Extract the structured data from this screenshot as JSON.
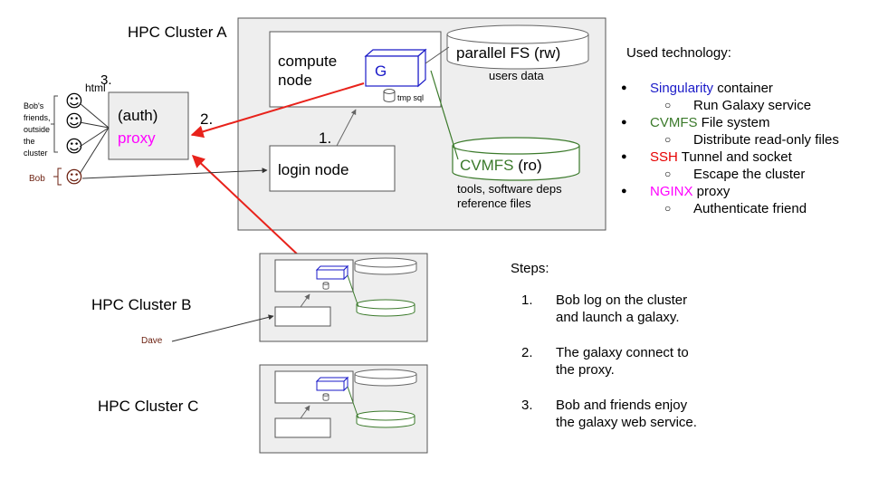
{
  "colors": {
    "panel_fill": "#eeeeee",
    "panel_stroke": "#555555",
    "red_arrow": "#e8221b",
    "blue": "#1a1ac8",
    "green": "#3b7a2b",
    "red_text": "#e60000",
    "magenta": "#ff00ff",
    "brown": "#6b1f0f"
  },
  "diagram": {
    "cluster_a": {
      "title": "HPC Cluster A",
      "compute_node": [
        "compute",
        "node"
      ],
      "container_label": "G",
      "tmp_sql": "tmp sql",
      "parallel_fs": "parallel FS (rw)",
      "users_data": "users data",
      "cvmfs": {
        "name": "CVMFS",
        "mode": " (ro)"
      },
      "cvmfs_desc": [
        "tools, software deps",
        "reference files"
      ],
      "login_node": "login node",
      "step1": "1.",
      "step2": "2."
    },
    "cluster_b": {
      "title": "HPC Cluster B",
      "user": "Dave"
    },
    "cluster_c": {
      "title": "HPC Cluster C"
    },
    "proxy": {
      "auth": "(auth)",
      "word": "proxy"
    },
    "html_label": "html",
    "step3": "3.",
    "friends_label": [
      "Bob's",
      "friends,",
      "outside",
      "the",
      "cluster"
    ],
    "bob_label": "Bob",
    "smiley": "☺"
  },
  "technology": {
    "title": "Used technology:",
    "items": [
      {
        "highlight": "Singularity",
        "rest": " container",
        "color": "#1a1ac8",
        "sub": "Run Galaxy service"
      },
      {
        "highlight": "CVMFS",
        "rest": " File system",
        "color": "#3b7a2b",
        "sub": "Distribute read-only files"
      },
      {
        "highlight": "SSH",
        "rest": " Tunnel and socket",
        "color": "#e60000",
        "sub": "Escape the cluster"
      },
      {
        "highlight": "NGINX",
        "rest": " proxy",
        "color": "#ff00ff",
        "sub": "Authenticate friend"
      }
    ]
  },
  "steps": {
    "title": "Steps:",
    "items": [
      {
        "num": "1.",
        "lines": [
          "Bob log on the cluster",
          "and launch a galaxy."
        ]
      },
      {
        "num": "2.",
        "lines": [
          "The galaxy connect to",
          "the proxy."
        ]
      },
      {
        "num": "3.",
        "lines": [
          "Bob and friends enjoy",
          "the galaxy web service."
        ]
      }
    ]
  }
}
